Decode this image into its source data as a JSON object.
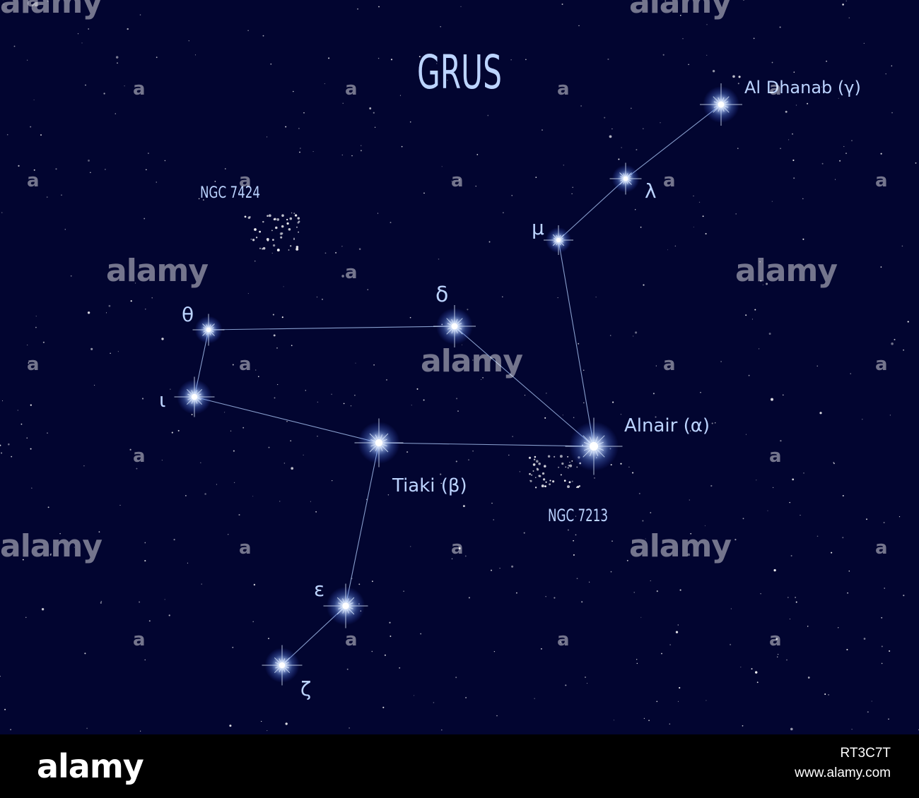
{
  "title": "GRUS",
  "stars": {
    "gamma": {
      "label": "Al Dhanab (γ)"
    },
    "lambda": {
      "label": "λ"
    },
    "mu": {
      "label": "μ"
    },
    "delta": {
      "label": "δ"
    },
    "theta": {
      "label": "θ"
    },
    "iota": {
      "label": "ι"
    },
    "alpha": {
      "label": "Alnair (α)"
    },
    "beta": {
      "label": "Tiaki (β)"
    },
    "epsilon": {
      "label": "ε"
    },
    "zeta": {
      "label": "ζ"
    }
  },
  "clusters": {
    "ngc7424": {
      "label": "NGC 7424"
    },
    "ngc7213": {
      "label": "NGC 7213"
    }
  },
  "watermark": {
    "text": "alamy",
    "mark": "a"
  },
  "footer": {
    "logo": "alamy",
    "image_id": "RT3C7T",
    "url": "www.alamy.com"
  },
  "colors": {
    "sky": "#020530",
    "label": "#bcd4ff",
    "line": "#9fb8e8",
    "footer": "#000000"
  }
}
